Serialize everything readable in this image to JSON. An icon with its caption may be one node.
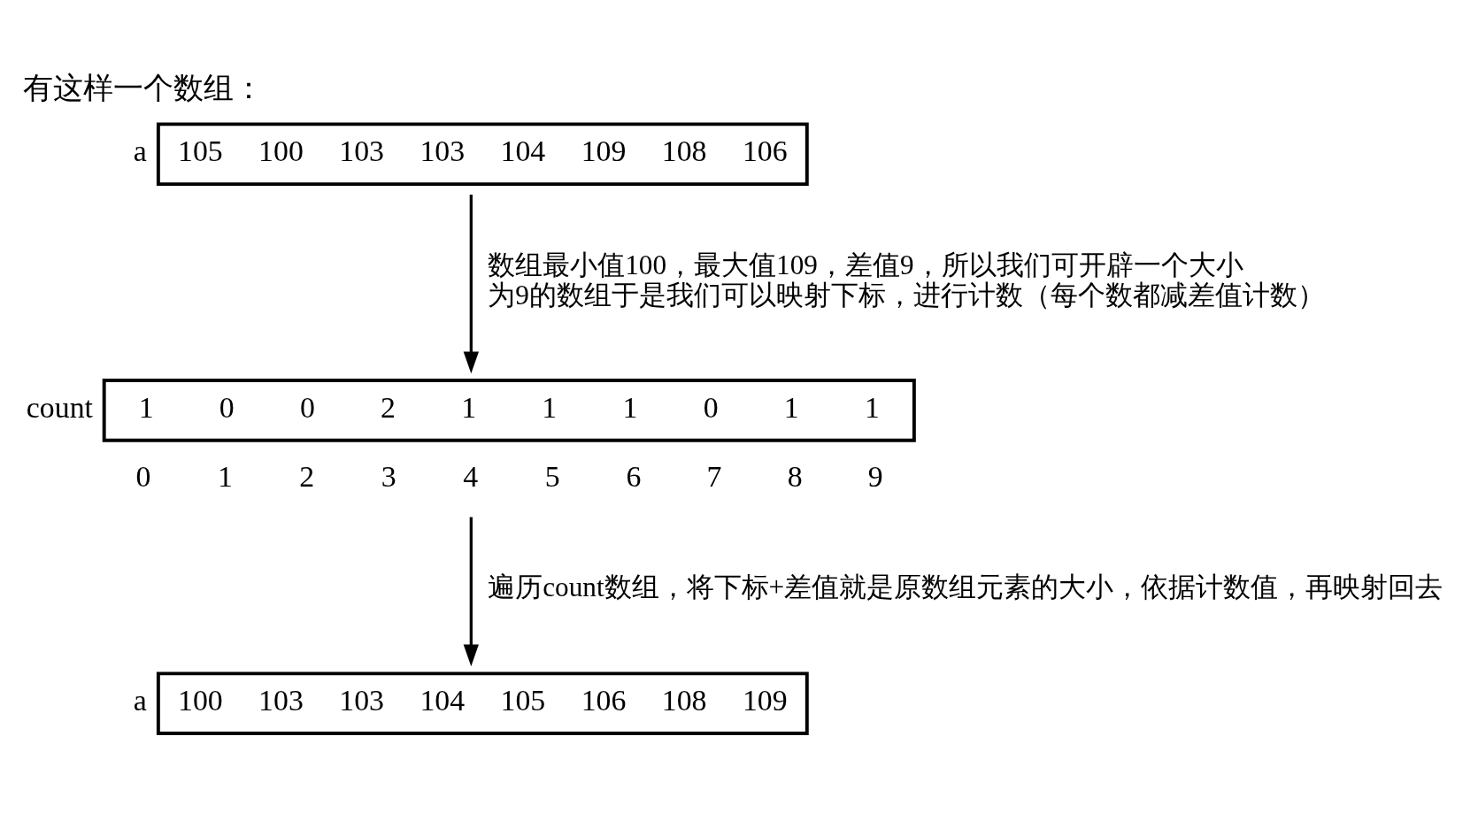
{
  "diagram": {
    "title": "有这样一个数组：",
    "nodes": [
      {
        "text": [
          "105",
          "100",
          "103",
          "103",
          "104",
          "109",
          "108",
          "106"
        ],
        "beside": [
          "a"
        ]
      },
      {
        "text": [
          "1",
          "0",
          "0",
          "2",
          "1",
          "1",
          "1",
          "0",
          "1",
          "1"
        ],
        "beside": [
          "count",
          "0",
          "1",
          "2",
          "3",
          "4",
          "5",
          "6",
          "7",
          "8",
          "9"
        ]
      },
      {
        "text": [
          "100",
          "103",
          "103",
          "104",
          "105",
          "106",
          "108",
          "109"
        ],
        "beside": [
          "a"
        ]
      }
    ],
    "edges": [
      {
        "from": 0,
        "to": 1,
        "arrow": "to",
        "label": "数组最小值100，最大值109，差值9，所以我们可开辟一个大小为9的数组于是我们可以映射下标，进行计数（每个数都减差值计数）"
      },
      {
        "from": 1,
        "to": 2,
        "arrow": "to",
        "label": "遍历count数组，将下标+差值就是原数组元素的大小，依据计数值，再映射回去"
      }
    ]
  }
}
